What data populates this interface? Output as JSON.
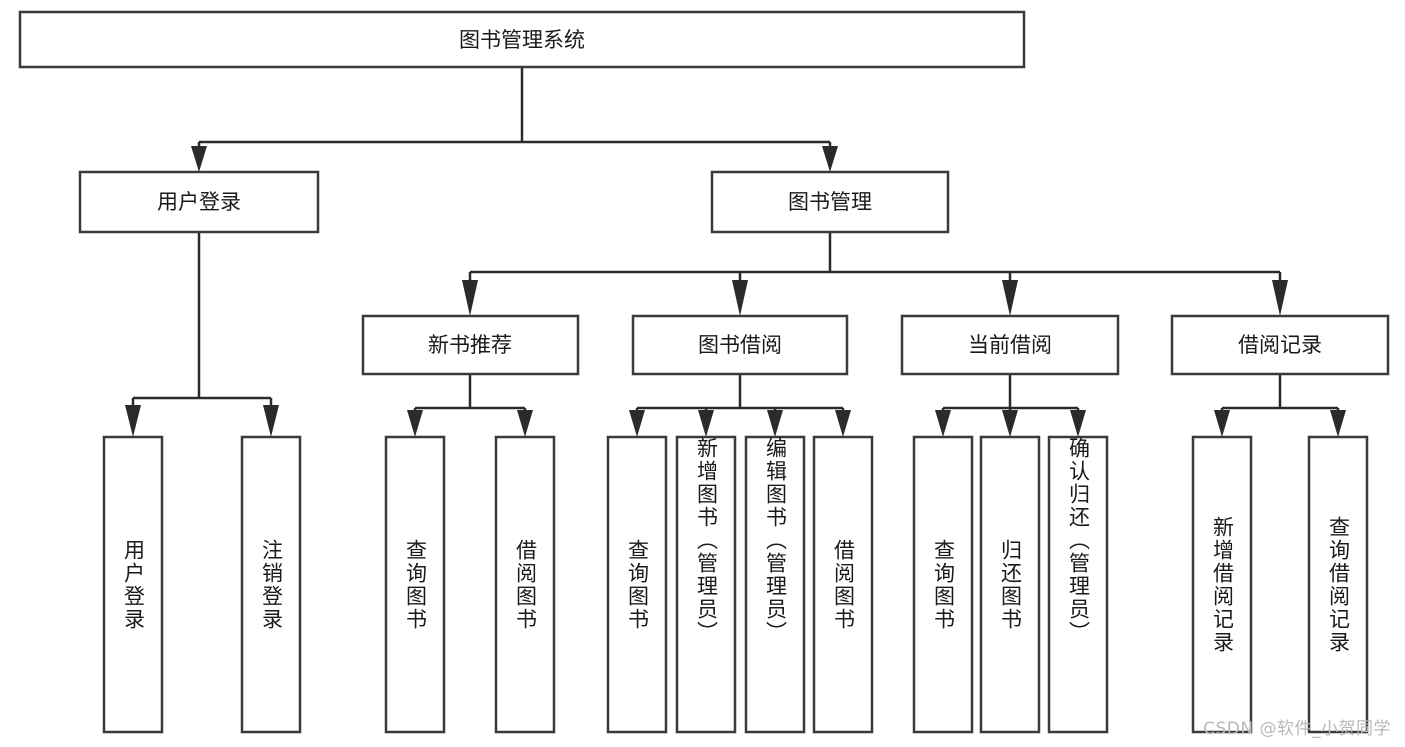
{
  "diagram": {
    "type": "hierarchy-tree",
    "title": "图书管理系统",
    "watermark": "CSDN @软件_小贺同学",
    "colors": {
      "box_stroke": "#3a3a3a",
      "box_fill": "#ffffff",
      "connector": "#2b2b2b",
      "text": "#1a1a1a",
      "watermark": "#b9b9b9",
      "background": "#ffffff"
    },
    "root": {
      "label": "图书管理系统"
    },
    "level2": [
      {
        "label": "用户登录"
      },
      {
        "label": "图书管理"
      }
    ],
    "level3": [
      {
        "label": "新书推荐"
      },
      {
        "label": "图书借阅"
      },
      {
        "label": "当前借阅"
      },
      {
        "label": "借阅记录"
      }
    ],
    "leaves": {
      "user_login": [
        "用户登录",
        "注销登录"
      ],
      "new_book_recommend": [
        "查询图书",
        "借阅图书"
      ],
      "book_borrow": [
        "查询图书",
        "新增图书（管理员）",
        "编辑图书（管理员）",
        "借阅图书"
      ],
      "current_borrow": [
        "查询图书",
        "归还图书",
        "确认归还（管理员）"
      ],
      "borrow_record": [
        "新增借阅记录",
        "查询借阅记录"
      ]
    }
  }
}
